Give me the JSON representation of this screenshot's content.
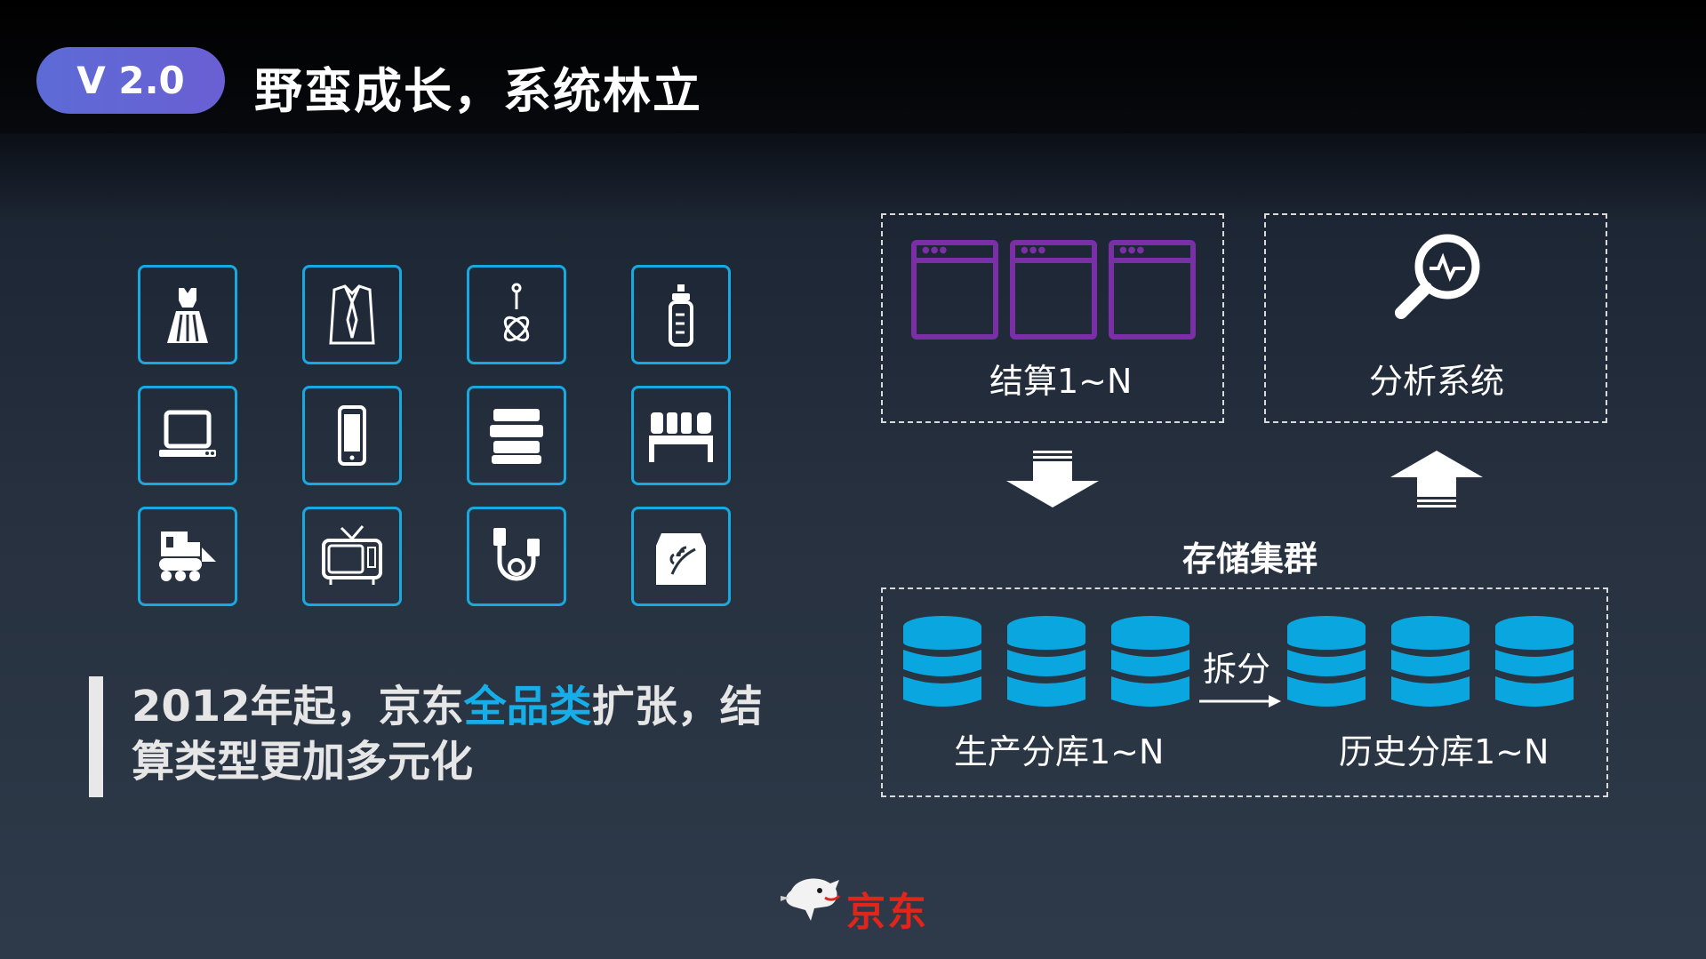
{
  "header": {
    "version": "V 2.0",
    "title": "野蛮成长，系统林立"
  },
  "categories_icons": [
    "dress-icon",
    "shirt-icon",
    "necklace-icon",
    "baby-bottle-icon",
    "laptop-icon",
    "phone-icon",
    "books-icon",
    "bed-icon",
    "toy-bulldozer-icon",
    "tv-icon",
    "cable-icon",
    "food-bag-icon"
  ],
  "description": {
    "pre": "2012年起，京东",
    "highlight": "全品类",
    "post": "扩张，结算类型更加多元化"
  },
  "colors": {
    "accent_blue": "#16aee8",
    "window_purple": "#7a2fa6",
    "pill": "#5d6bd6",
    "db_blue": "#0aa6e0",
    "jd_red": "#e1251b"
  },
  "settlement": {
    "label": "结算1~N"
  },
  "analysis": {
    "label": "分析系统"
  },
  "storage": {
    "title": "存储集群",
    "prod_label": "生产分库1~N",
    "split_label": "拆分",
    "hist_label": "历史分库1~N"
  },
  "logo": {
    "text": "京东"
  }
}
